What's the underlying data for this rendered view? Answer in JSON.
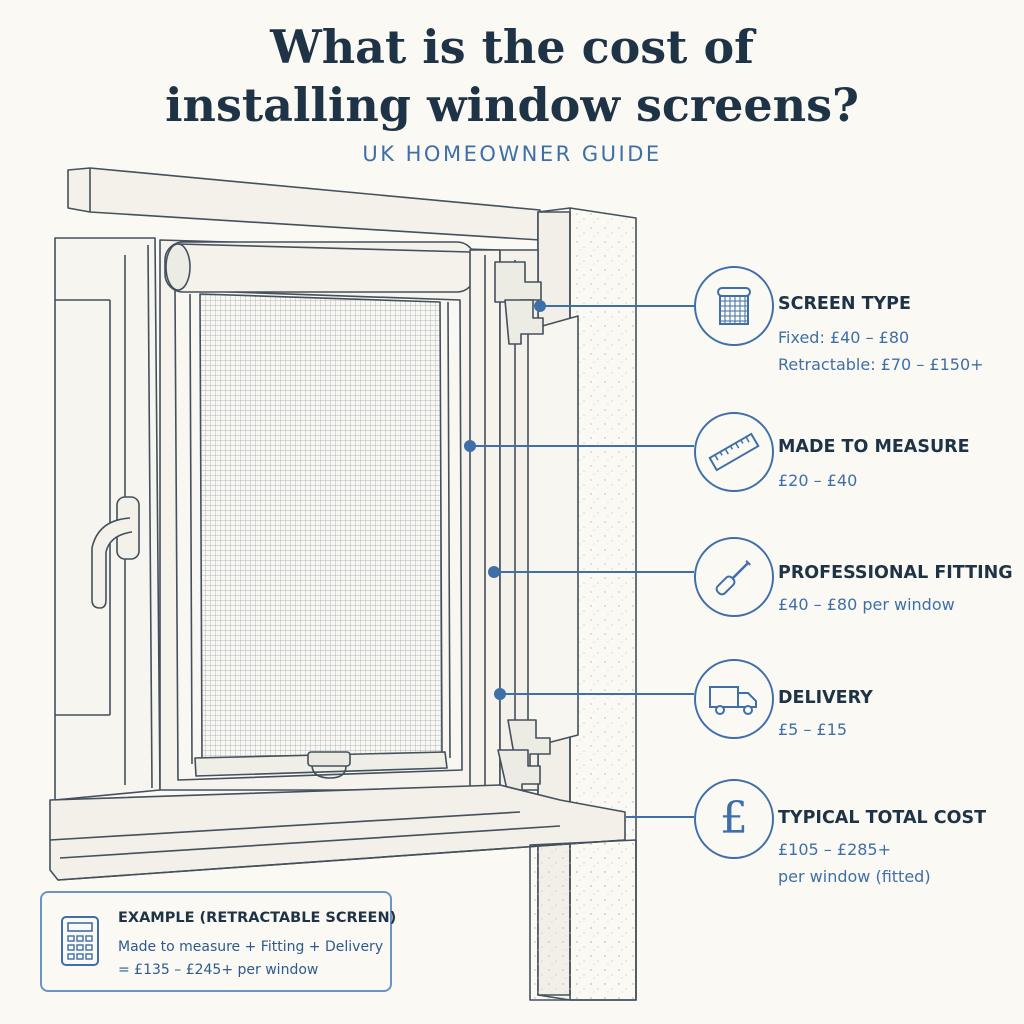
{
  "title": {
    "line1": "What is the cost of",
    "line2": "installing window screens?"
  },
  "subtitle": "UK HOMEOWNER GUIDE",
  "costs": [
    {
      "heading": "SCREEN TYPE",
      "lines": [
        "Fixed: £40 – £80",
        "Retractable: £70 – £150+"
      ],
      "icon": "mesh-roll-icon"
    },
    {
      "heading": "MADE TO MEASURE",
      "lines": [
        "£20 – £40"
      ],
      "icon": "ruler-icon"
    },
    {
      "heading": "PROFESSIONAL FITTING",
      "lines": [
        "£40 – £80 per window"
      ],
      "icon": "screwdriver-icon"
    },
    {
      "heading": "DELIVERY",
      "lines": [
        "£5 – £15"
      ],
      "icon": "delivery-van-icon"
    },
    {
      "heading": "TYPICAL TOTAL COST",
      "lines": [
        "£105 – £285+",
        "per window (fitted)"
      ],
      "icon": "pound-sign-icon"
    }
  ],
  "pound_symbol": "£",
  "example": {
    "title": "EXAMPLE (RETRACTABLE SCREEN)",
    "line1": "Made to measure + Fitting + Delivery",
    "line2": "= £135 – £245+ per window",
    "icon": "calculator-icon"
  },
  "colors": {
    "background": "#fbf9f3",
    "heading": "#1f3347",
    "accent": "#3f6fa8",
    "line_art": "#44505c"
  }
}
